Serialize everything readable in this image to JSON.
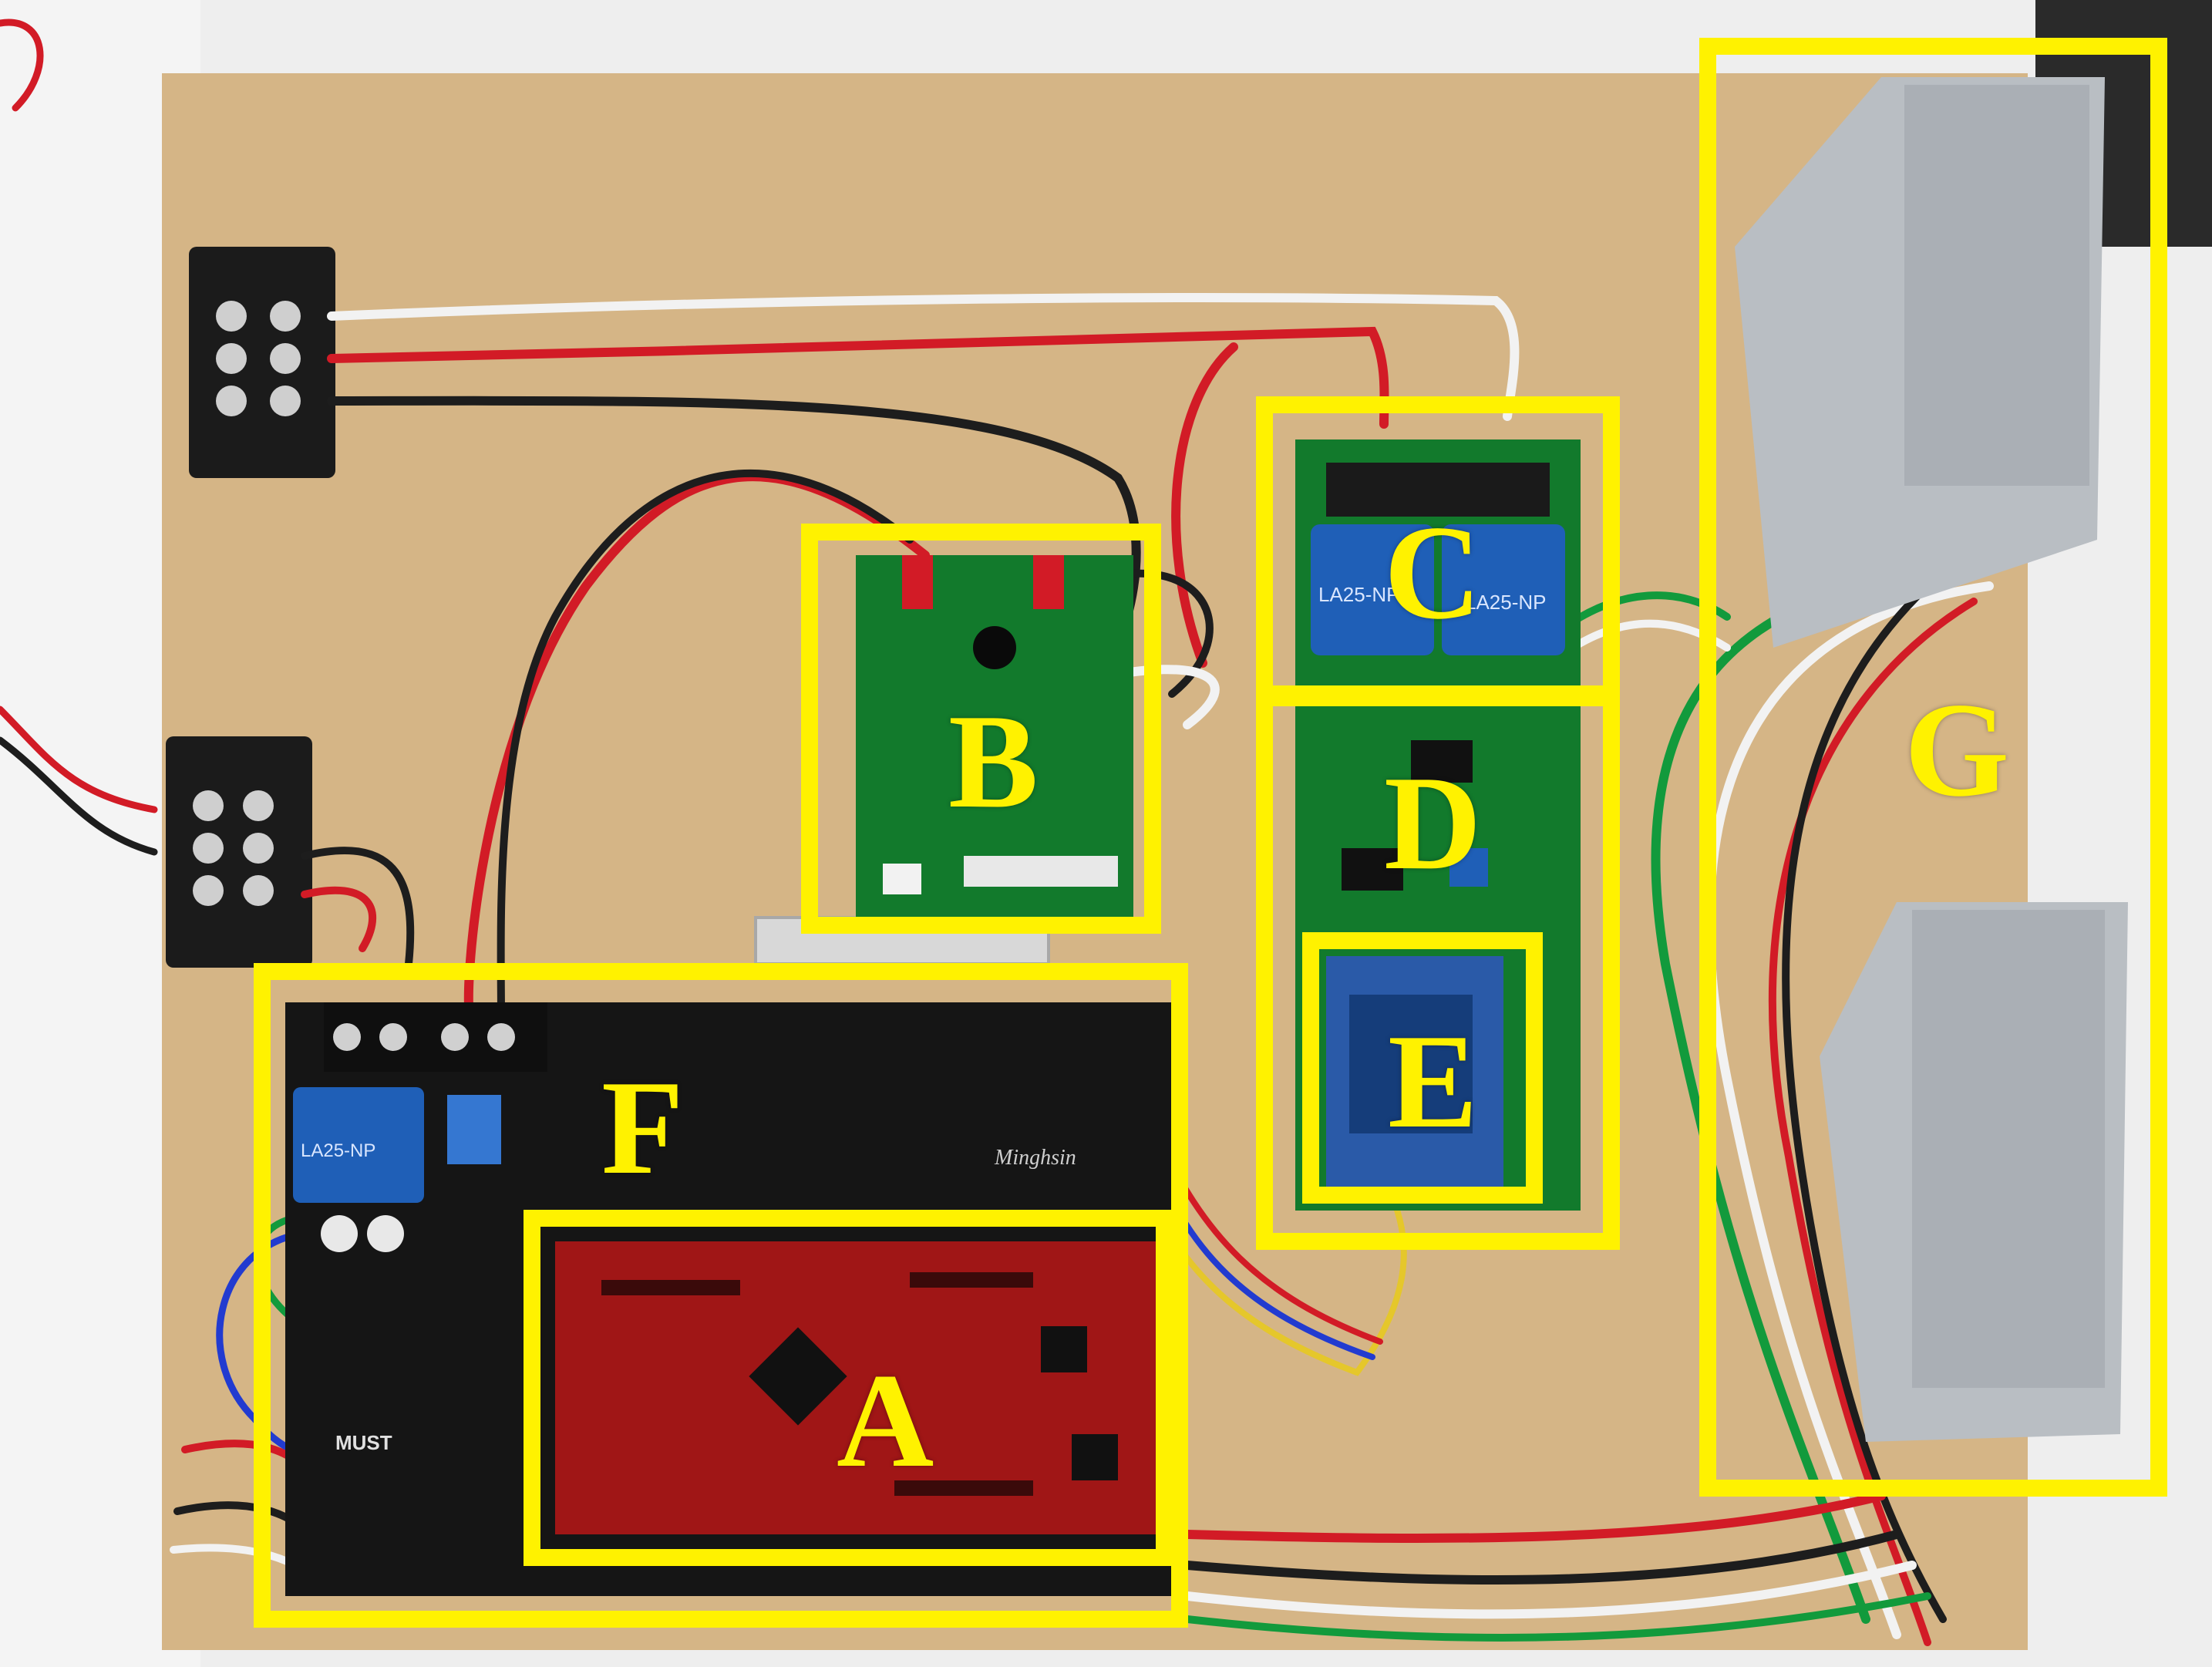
{
  "colors": {
    "annotation": "#fff200",
    "board_wood": "#d8b98a",
    "background": "#eeeeee",
    "pcb_green": "#127a2c",
    "pcb_black": "#151515",
    "pcb_red": "#a01616",
    "psu_silver": "#b9bec3",
    "transducer_blue": "#1f5fb7",
    "wire_red": "#d21b26",
    "wire_black": "#1d1d1d",
    "wire_white": "#f2f2f2",
    "wire_green": "#129a3c",
    "wire_blue": "#223bd0",
    "wire_yellow": "#e5c72b"
  },
  "labels": {
    "A": "A",
    "B": "B",
    "C": "C",
    "D": "D",
    "E": "E",
    "F": "F",
    "G": "G"
  },
  "board_markings": {
    "f_transducer": "LA25-NP",
    "c_transducer_left": "LA25-NP",
    "c_transducer_right": "LA25-NP",
    "f_brand": "Minghsin",
    "f_logo_text": "MUST"
  }
}
